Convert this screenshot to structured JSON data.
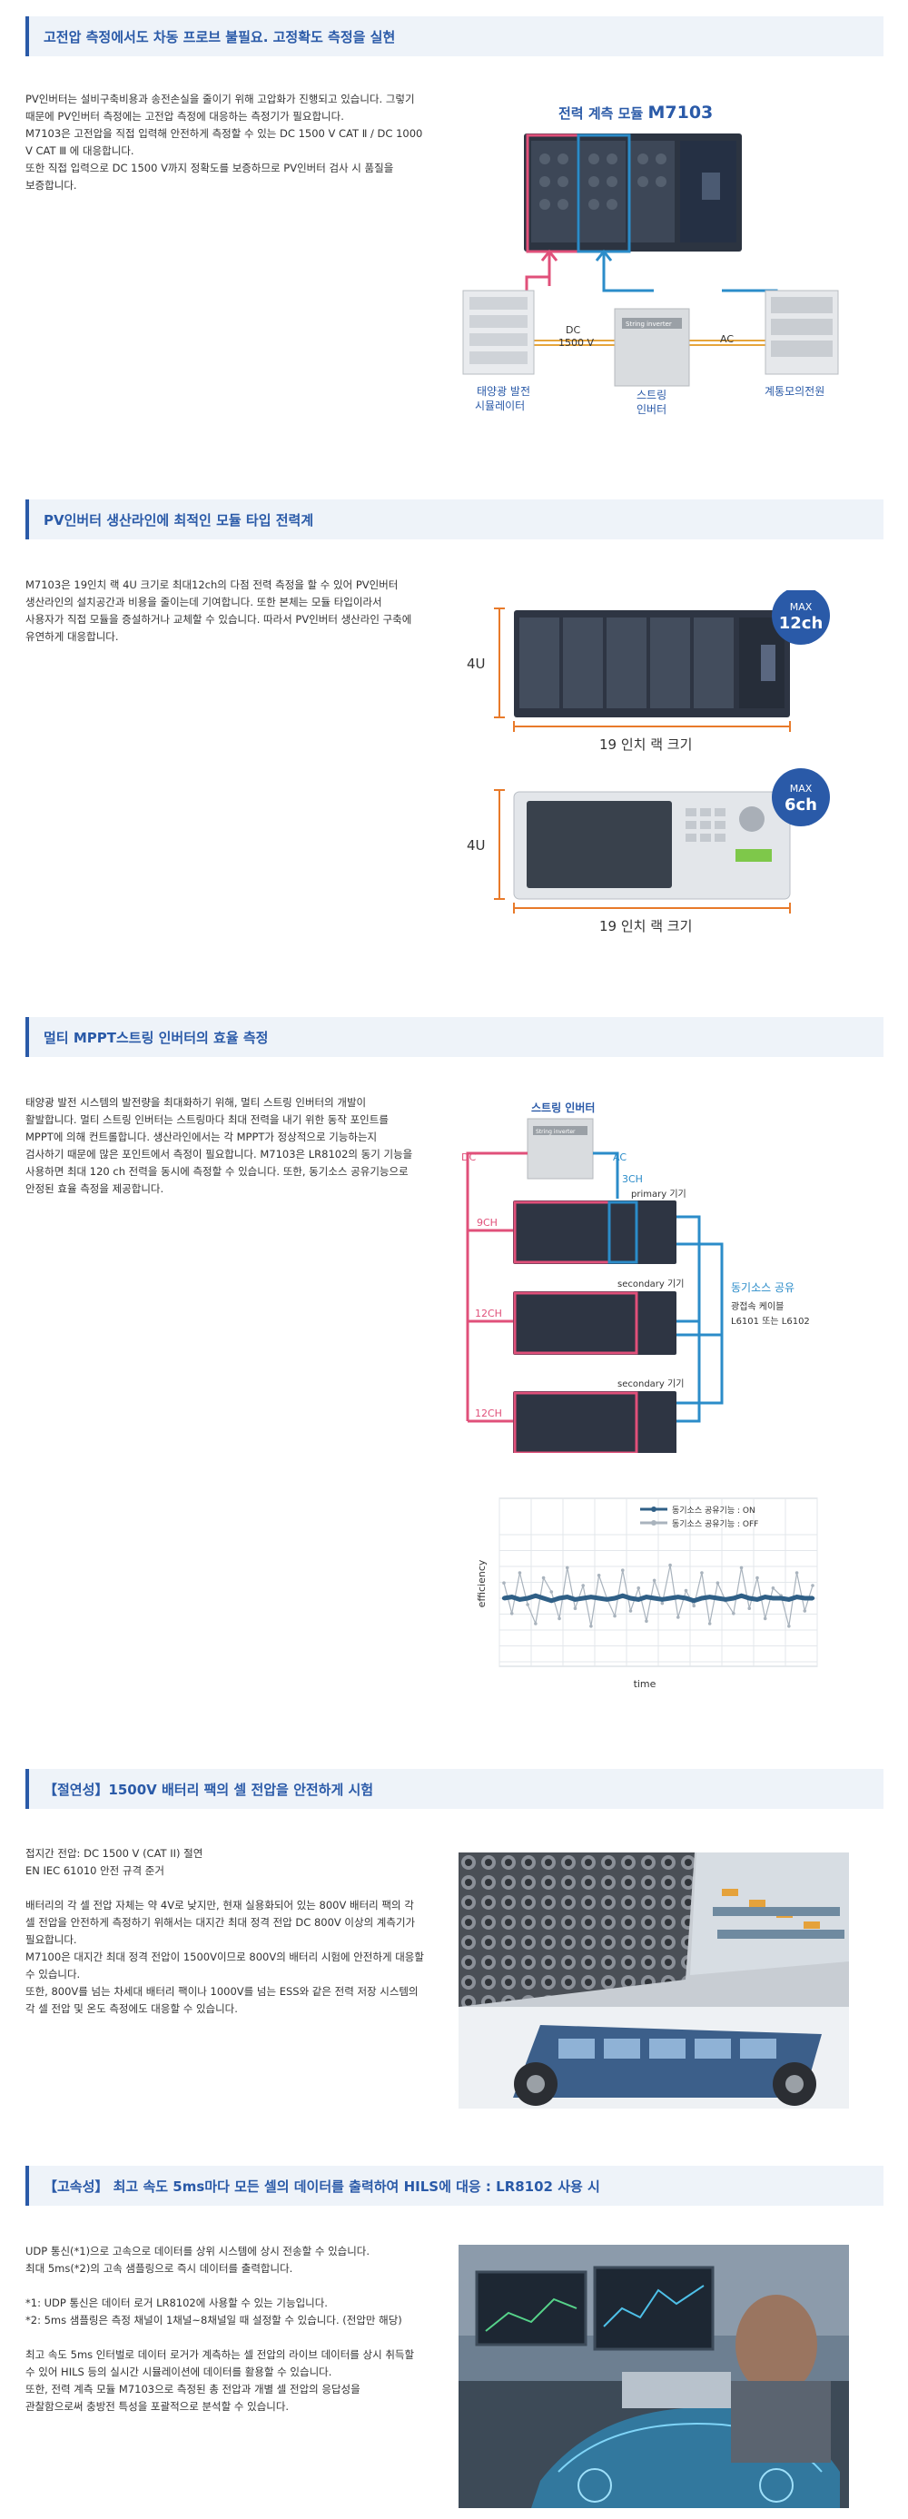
{
  "sections": {
    "s1": {
      "title": "고전압 측정에서도 차동 프로브 불필요. 고정확도 측정을 실현",
      "lines": [
        "PV인버터는 설비구축비용과 송전손실을 줄이기 위해 고압화가 진행되고 있습니다. 그렇기",
        "때문에 PV인버터 측정에는 고전압 측정에 대응하는 측정기가 필요합니다.",
        "M7103은 고전압을 직접 입력해 안전하게 측정할 수 있는 DC 1500 V CAT Ⅱ / DC 1000",
        "V CAT Ⅲ 에 대응합니다.",
        "또한 직접 입력으로 DC 1500 V까지 정확도를 보증하므로 PV인버터 검사 시 품질을",
        "보증합니다."
      ],
      "diagram": {
        "title_prefix": "전력 계측 모듈 ",
        "title_model": "M7103",
        "dc_label_1": "DC",
        "dc_label_2": "1500 V",
        "ac_label": "AC",
        "device_left_1": "태양광 발전",
        "device_left_2": "시뮬레이터",
        "device_mid_1": "스트링",
        "device_mid_2": "인버터",
        "device_right": "계통모의전원",
        "inverter_nameplate": "String inverter"
      }
    },
    "s2": {
      "title": "PV인버터 생산라인에 최적인 모듈 타입 전력계",
      "lines": [
        "M7103은 19인치 랙 4U 크기로 최대12ch의 다점 전력 측정을 할 수 있어 PV인버터",
        "생산라인의 설치공간과 비용을 줄이는데 기여합니다. 또한 본체는 모듈 타입이라서",
        "사용자가 직접 모듈을 증설하거나 교체할 수 있습니다. 따라서 PV인버터 생산라인 구축에",
        "유연하게 대응합니다."
      ],
      "unit_top": {
        "height_label": "4U",
        "width_label": "19 인치 랙 크기",
        "badge_top": "MAX",
        "badge_bottom": "12ch"
      },
      "unit_bottom": {
        "height_label": "4U",
        "width_label": "19 인치 랙 크기",
        "badge_top": "MAX",
        "badge_bottom": "6ch"
      }
    },
    "s3": {
      "title": "멀티 MPPT스트링 인버터의 효율 측정",
      "lines": [
        "태양광 발전 시스템의 발전량을 최대화하기 위해, 멀티 스트링 인버터의 개발이",
        "활발합니다. 멀티 스트링 인버터는 스트링마다 최대 전력을 내기 위한 동작 포인트를",
        "MPPT에 의해 컨트롤합니다. 생산라인에서는 각 MPPT가 정상적으로 기능하는지",
        "검사하기 때문에 많은 포인트에서 측정이 필요합니다. M7103은 LR8102의 동기 기능을",
        "사용하면 최대 120 ch 전력을 동시에 측정할 수 있습니다. 또한, 동기소스 공유기능으로",
        "안정된 효율 측정을 제공합니다."
      ],
      "diagram": {
        "inverter_title": "스트링 인버터",
        "inverter_nameplate": "String inverter",
        "dc": "DC",
        "ac": "AC",
        "ac_ch": "3CH",
        "row1_ch": "9CH",
        "row2_ch": "12CH",
        "row3_ch": "12CH",
        "primary": "primary 기기",
        "secondary_1": "secondary 기기",
        "secondary_2": "secondary 기기",
        "sync_title": "동기소스 공유",
        "cable_1": "광접속 케이블",
        "cable_2": "L6101 또는 L6102"
      }
    },
    "s4": {
      "title": "【절연성】1500V 배터리 팩의 셀 전압을 안전하게 시험",
      "lines_a": [
        "접지간 전압: DC 1500 V (CAT II) 절연",
        "EN IEC 61010 안전 규격 준거"
      ],
      "lines_b": [
        "배터리의 각 셀 전압 자체는 약 4V로 낮지만, 현재 실용화되어 있는 800V 배터리 팩의 각",
        "셀 전압을 안전하게 측정하기 위해서는 대지간 최대 정격 전압 DC 800V 이상의 계측기가",
        "필요합니다.",
        "M7100은 대지간 최대 정격 전압이 1500V이므로 800V의 배터리 시험에 안전하게 대응할",
        "수 있습니다.",
        "또한, 800V를 넘는 차세대 배터리 팩이나 1000V를 넘는 ESS와 같은 전력 저장 시스템의",
        "각 셀 전압 및 온도 측정에도 대응할 수 있습니다."
      ]
    },
    "s5": {
      "title": "【고속성】 최고 속도 5ms마다 모든 셀의 데이터를 출력하여 HILS에 대응 : LR8102 사용 시",
      "lines_a": [
        "UDP 통신(*1)으로 고속으로 데이터를 상위 시스템에 상시 전송할 수 있습니다.",
        "최대 5ms(*2)의 고속 샘플링으로 즉시 데이터를 출력합니다."
      ],
      "lines_b": [
        "*1: UDP 통신은 데이터 로거 LR8102에 사용할 수 있는 기능입니다.",
        "*2: 5ms 샘플링은 측정 채널이 1채널~8채널일 때 설정할 수 있습니다. (전압만 해당)"
      ],
      "lines_c": [
        "최고 속도 5ms 인터벌로 데이터 로거가 계측하는 셀 전압의 라이브 데이터를 상시 취득할",
        "수 있어 HILS 등의 실시간 시뮬레이션에 데이터를 활용할 수 있습니다.",
        "또한, 전력 계측 모듈 M7103으로 측정된 총 전압과 개별 셀 전압의 응답성을",
        "관찰함으로써 충방전 특성을 포괄적으로 분석할 수 있습니다."
      ]
    }
  },
  "chart_data": {
    "type": "line",
    "xlabel": "time",
    "ylabel": "efficiency",
    "grid": true,
    "legend": "top-right",
    "series": [
      {
        "name": "동기소스 공유기능 : ON",
        "color": "#2f5f86",
        "values": [
          0.5,
          0.51,
          0.49,
          0.5,
          0.52,
          0.5,
          0.48,
          0.5,
          0.51,
          0.49,
          0.5,
          0.51,
          0.5,
          0.49,
          0.5,
          0.52,
          0.5,
          0.49,
          0.51,
          0.5,
          0.49,
          0.5,
          0.51,
          0.5,
          0.48,
          0.5,
          0.51,
          0.5,
          0.49,
          0.5,
          0.52,
          0.5,
          0.49,
          0.51,
          0.5,
          0.5,
          0.49,
          0.51,
          0.5,
          0.5
        ]
      },
      {
        "name": "동기소스 공유기능 : OFF",
        "color": "#a9b3bd",
        "values": [
          0.62,
          0.38,
          0.7,
          0.45,
          0.3,
          0.66,
          0.55,
          0.34,
          0.74,
          0.42,
          0.6,
          0.28,
          0.68,
          0.5,
          0.36,
          0.72,
          0.4,
          0.58,
          0.32,
          0.64,
          0.46,
          0.76,
          0.35,
          0.56,
          0.44,
          0.7,
          0.3,
          0.62,
          0.48,
          0.38,
          0.74,
          0.42,
          0.66,
          0.34,
          0.58,
          0.52,
          0.28,
          0.7,
          0.4,
          0.6
        ]
      }
    ]
  }
}
